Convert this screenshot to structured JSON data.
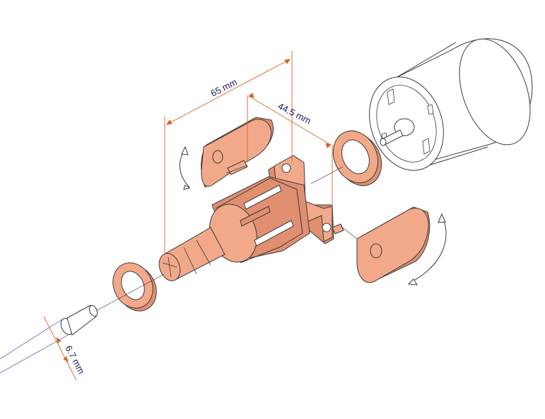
{
  "labels": {
    "overall_length": "65 mm",
    "shaft_spacing": "44.5 mm",
    "cable_diameter": "6.7 mm"
  },
  "colors": {
    "part_fill": "#f2a98a",
    "part_fill_dark": "#e08f70",
    "outline": "#3a3a3a",
    "dimension_line": "#d9622b",
    "dimension_text": "#1a1a5e",
    "cable_line": "#7a7ac8",
    "motor_fill": "#ffffff"
  }
}
